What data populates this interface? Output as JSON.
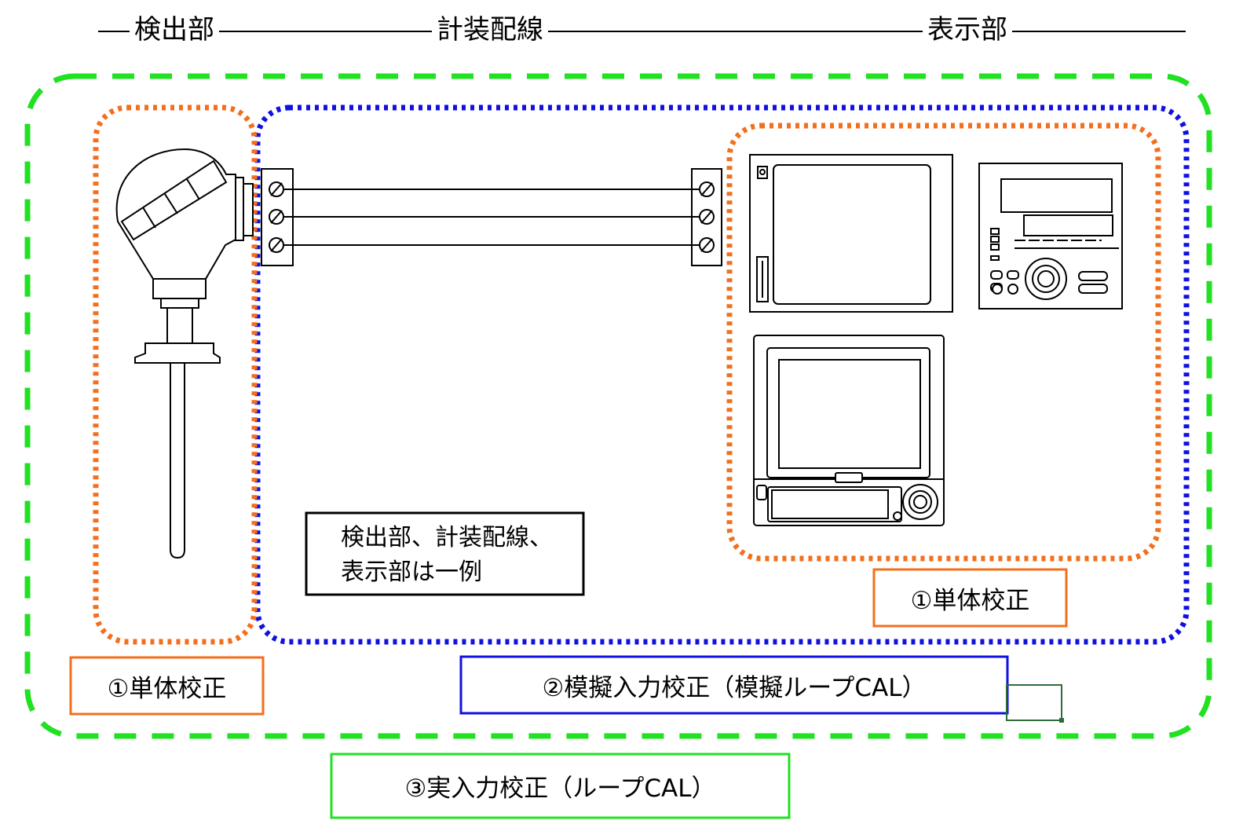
{
  "header": {
    "detector": "検出部",
    "wiring": "計装配線",
    "display": "表示部"
  },
  "note": {
    "line1": "検出部、計装配線、",
    "line2": "表示部は一例"
  },
  "labels": {
    "unit_cal_display": "①単体校正",
    "unit_cal_detector": "①単体校正",
    "simulated_cal": "②模擬入力校正（模擬ループCAL）",
    "real_cal": "③実入力校正（ループCAL）"
  },
  "colors": {
    "unit_cal": "#f26f1d",
    "simulated_cal": "#1010e0",
    "real_cal": "#22e022",
    "line": "#000000"
  }
}
